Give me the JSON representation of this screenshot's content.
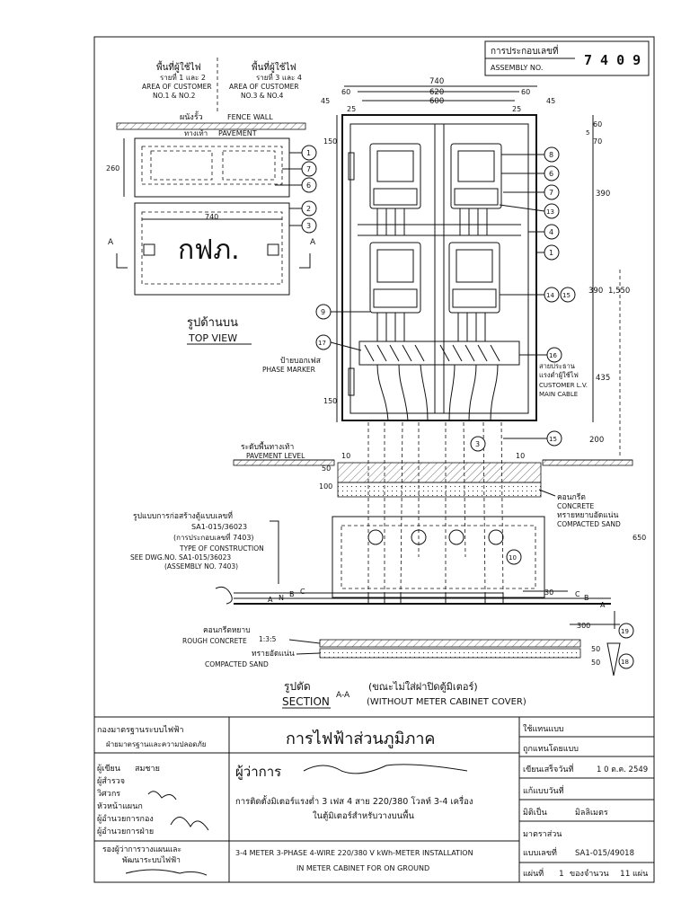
{
  "assembly": {
    "label_th": "การประกอบเลขที่",
    "label_en": "ASSEMBLY    NO.",
    "number": "7 4 0 9"
  },
  "customer_left": {
    "th1": "พื้นที่ผู้ใช้ไฟ",
    "th2": "รายที่ 1 และ 2",
    "en1": "AREA OF CUSTOMER",
    "en2": "NO.1 & NO.2"
  },
  "customer_right": {
    "th1": "พื้นที่ผู้ใช้ไฟ",
    "th2": "รายที่ 3 และ 4",
    "en1": "AREA OF CUSTOMER",
    "en2": "NO.3 & NO.4"
  },
  "fence": {
    "th": "ผนังรั้ว",
    "en": "FENCE WALL"
  },
  "pavement": {
    "th": "ทางเท้า",
    "en": "PAVEMENT"
  },
  "dims_top": {
    "d740": "740",
    "d620": "620",
    "d600": "600",
    "d60a": "60",
    "d60b": "60",
    "d45a": "45",
    "d45b": "45",
    "d25a": "25",
    "d25b": "25"
  },
  "dims_right": {
    "d60": "60",
    "d5": "5",
    "d70": "70",
    "d390a": "390",
    "d390b": "390",
    "d1550": "1,550",
    "d435": "435",
    "d200": "200",
    "d650": "650",
    "d150a": "150",
    "d150b": "150",
    "d260": "260",
    "d740b": "740",
    "d10a": "10",
    "d10b": "10",
    "d50": "50",
    "d100": "100",
    "d30": "30",
    "d300": "300",
    "d50b": "50",
    "d50c": "50"
  },
  "logo": "กฟภ.",
  "section_marker": "A",
  "top_view": {
    "th": "รูปด้านบน",
    "en": "TOP VIEW"
  },
  "phase_marker": {
    "th": "ป้ายบอกเฟส",
    "en": "PHASE MARKER"
  },
  "customer_cable": {
    "th1": "สายประธาน",
    "th2": "แรงต่ำผู้ใช้ไฟ",
    "en1": "CUSTOMER L.V.",
    "en2": "MAIN CABLE"
  },
  "pavement_level": {
    "th": "ระดับพื้นทางเท้า",
    "en": "PAVEMENT LEVEL"
  },
  "concrete": {
    "th": "คอนกรีต",
    "en": "CONCRETE"
  },
  "compacted_sand_r": {
    "th": "ทรายหยาบอัดแน่น",
    "en": "COMPACTED SAND"
  },
  "construction": {
    "th1": "รูปแบบการก่อสร้างตู้แบบเลขที่",
    "l2": "SA1-015/36023",
    "th3": "(การประกอบเลขที่ 7403)",
    "en1": "TYPE OF CONSTRUCTION",
    "en2": "SEE DWG.NO. SA1-015/36023",
    "en3": "(ASSEMBLY NO. 7403)"
  },
  "rough_concrete": {
    "th": "คอนกรีตหยาบ",
    "en": "ROUGH CONCRETE",
    "ratio": "1:3:5"
  },
  "compacted_sand_l": {
    "th": "ทรายอัดแน่น",
    "en": "COMPACTED SAND"
  },
  "phase_letters": [
    "A",
    "N",
    "B",
    "C"
  ],
  "phase_letters_r": [
    "C",
    "B",
    "A"
  ],
  "section": {
    "th": "รูปตัด",
    "th2": "(ขณะไม่ใส่ฝาปิดตู้มิเตอร์)",
    "label": "SECTION",
    "mark": "A-A",
    "en2": "(WITHOUT METER CABINET COVER)"
  },
  "bubbles": {
    "b1": "1",
    "b2": "2",
    "b3": "3",
    "b4": "4",
    "b6": "6",
    "b7": "7",
    "b8": "8",
    "b9": "9",
    "b10": "10",
    "b13": "13",
    "b14": "14",
    "b15": "15",
    "b16": "16",
    "b17": "17",
    "b18": "18",
    "b19": "19"
  },
  "title_block": {
    "dept1": "กองมาตรฐานระบบไฟฟ้า",
    "dept2": "ฝ่ายมาตรฐานและความปลอดภัย",
    "org": "การไฟฟ้าส่วนภูมิภาค",
    "governor": "ผู้ว่าการ",
    "author_label": "ผู้เขียน",
    "author": "สมชาย",
    "checker": "ผู้สำรวจ",
    "drawer": "วิศวกร",
    "section_head": "หัวหน้าแผนก",
    "div_director": "ผู้อำนวยการกอง",
    "dept_director": "ผู้อำนวยการฝ่าย",
    "deputy1": "รองผู้ว่าการวางแผนและ",
    "deputy2": "พัฒนาระบบไฟฟ้า",
    "desc_th1": "การติดตั้งมิเตอร์แรงต่ำ 3 เฟส 4 สาย 220/380 โวลท์ 3-4 เครื่อง",
    "desc_th2": "ในตู้มิเตอร์สำหรับวางบนพื้น",
    "desc_en1": "3-4 METER 3-PHASE 4-WIRE 220/380 V kWh-METER INSTALLATION",
    "desc_en2": "IN METER CABINET FOR ON GROUND",
    "r1": "ใช้แทนแบบ",
    "r2": "ถูกแทนโดยแบบ",
    "r3": "เขียนเสร็จวันที่",
    "r3v": "1 0 ต.ค. 2549",
    "r4": "แก้แบบวันที่",
    "r5": "มิติเป็น",
    "r5v": "มิลลิเมตร",
    "r6": "มาตราส่วน",
    "r7": "แบบเลขที่",
    "r7v": "SA1-015/49018",
    "r8": "แผ่นที่",
    "r8v": "1",
    "r8b": "ของจำนวน",
    "r8c": "11",
    "r8d": "แผ่น"
  }
}
